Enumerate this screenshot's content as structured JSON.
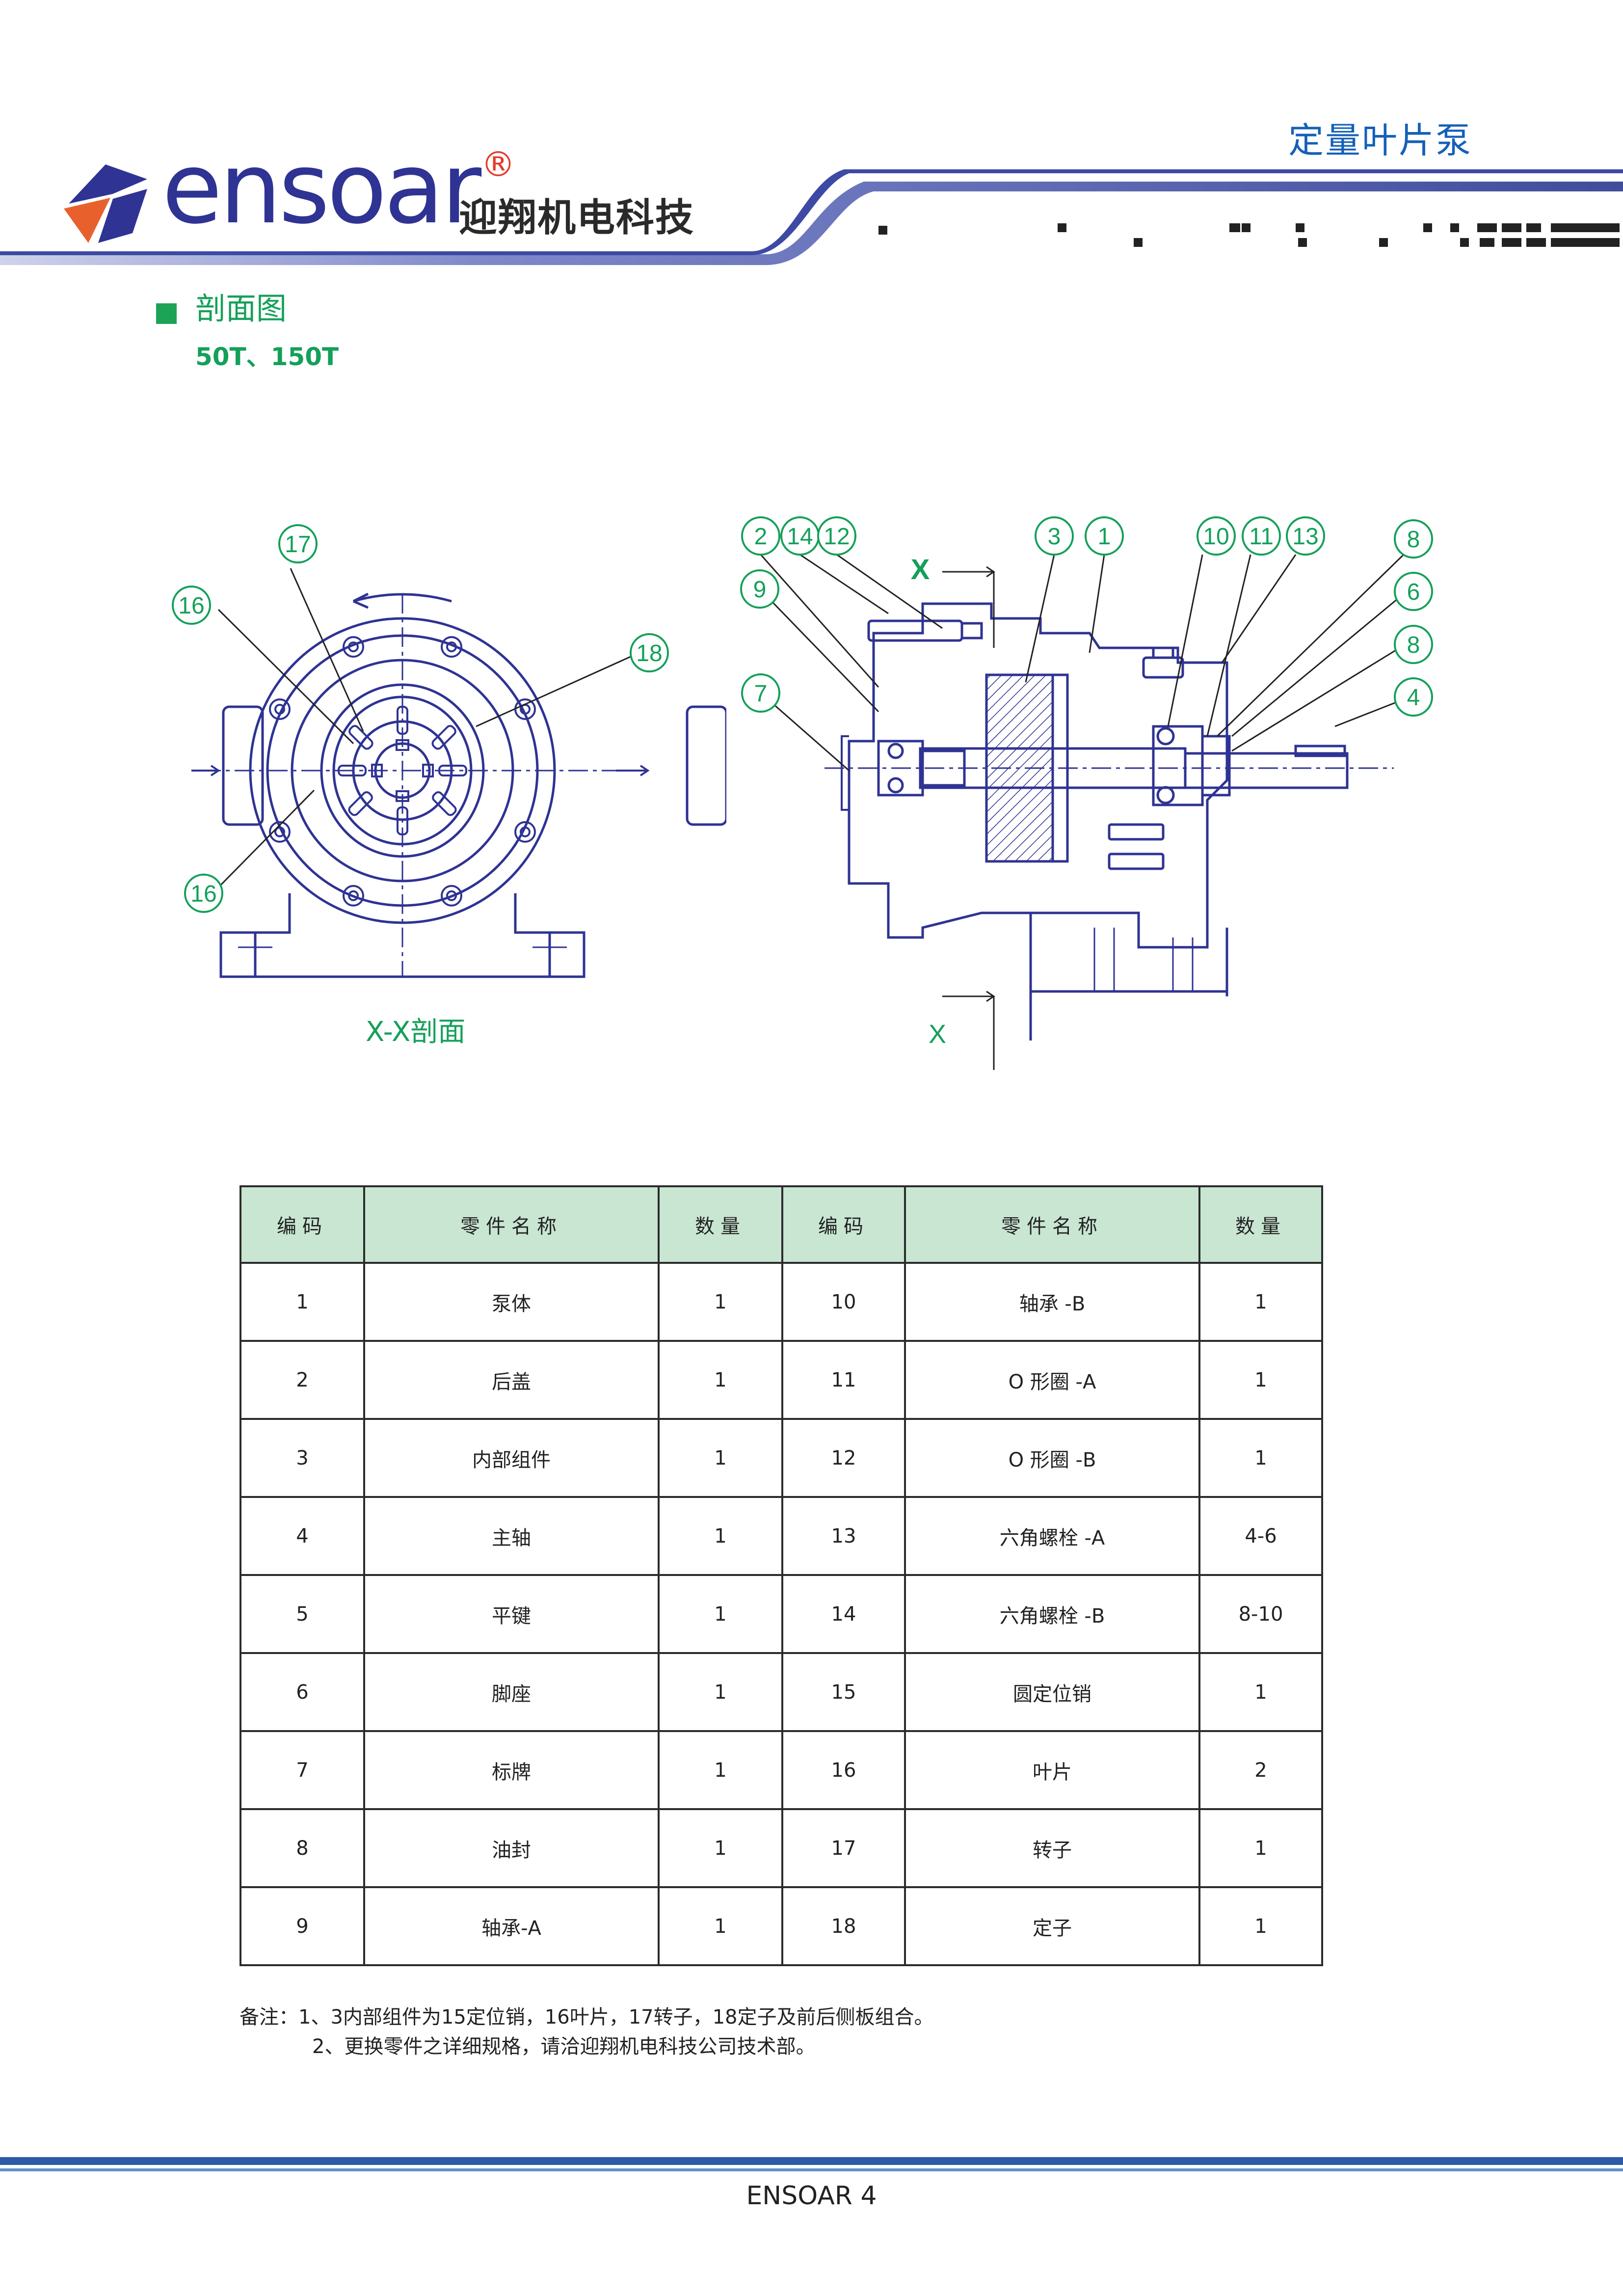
{
  "header": {
    "brand_word": "ensoar",
    "brand_reg": "®",
    "brand_cn": "迎翔机电科技",
    "product_title": "定量叶片泵",
    "colors": {
      "brand_blue": "#2f3393",
      "logo_orange": "#e8612c",
      "title_blue": "#1460b8"
    }
  },
  "section": {
    "title": "剖面图",
    "models": "50T、150T"
  },
  "drawing": {
    "caption_left": "X-X剖面",
    "section_mark_top": "X",
    "section_mark_bottom": "X",
    "balloons_left": [
      "17",
      "16",
      "18",
      "16"
    ],
    "balloons_right": [
      "2",
      "14",
      "12",
      "3",
      "1",
      "10",
      "11",
      "13",
      "8",
      "9",
      "6",
      "7",
      "8",
      "4"
    ]
  },
  "table": {
    "headers": [
      "编码",
      "零件名称",
      "数量",
      "编码",
      "零件名称",
      "数量"
    ],
    "rows": [
      [
        "1",
        "泵体",
        "1",
        "10",
        "轴承 -B",
        "1"
      ],
      [
        "2",
        "后盖",
        "1",
        "11",
        "O  形圈 -A",
        "1"
      ],
      [
        "3",
        "内部组件",
        "1",
        "12",
        "O  形圈 -B",
        "1"
      ],
      [
        "4",
        "主轴",
        "1",
        "13",
        "六角螺栓  -A",
        "4-6"
      ],
      [
        "5",
        "平键",
        "1",
        "14",
        "六角螺栓  -B",
        "8-10"
      ],
      [
        "6",
        "脚座",
        "1",
        "15",
        "圆定位销",
        "1"
      ],
      [
        "7",
        "标牌",
        "1",
        "16",
        "叶片",
        "2"
      ],
      [
        "8",
        "油封",
        "1",
        "17",
        "转子",
        "1"
      ],
      [
        "9",
        "轴承-A",
        "1",
        "18",
        "定子",
        "1"
      ]
    ],
    "colors": {
      "header_bg": "#c8e6d2",
      "border": "#2b2b2b"
    }
  },
  "notes": {
    "note_1": "备注：1、3内部组件为15定位销，16叶片，17转子，18定子及前后侧板组合。",
    "note_2": "2、更换零件之详细规格，请洽迎翔机电科技公司技术部。"
  },
  "footer": {
    "text": "ENSOAR 4"
  }
}
